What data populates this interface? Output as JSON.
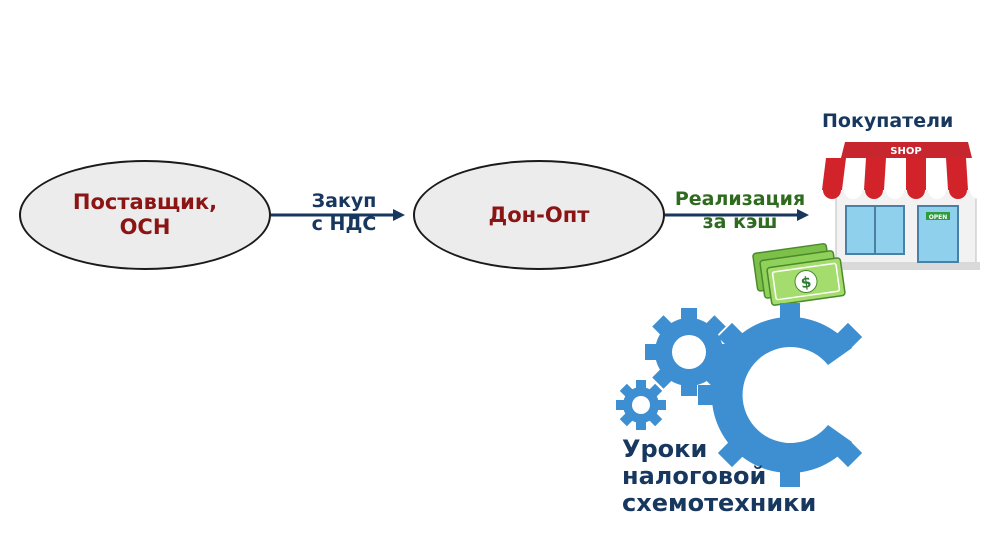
{
  "nodes": {
    "supplier": "Поставщик,\nОСН",
    "company": "Дон-Опт",
    "buyers": "Покупатели"
  },
  "edges": {
    "purchase": "Закуп\nс НДС",
    "sale": "Реализация\nза кэш"
  },
  "shop": {
    "sign": "SHOP",
    "door_sign": "OPEN"
  },
  "money_symbol": "$",
  "logo": {
    "line1": "Уроки",
    "line2": "налоговой",
    "line3": "схемотехники"
  },
  "colors": {
    "node_text": "#8b1414",
    "arrow": "#17375e",
    "sale_text": "#2e6b1f",
    "gear": "#3d8fd1"
  },
  "icons": {
    "shop": "shop-icon",
    "money": "money-stack-icon",
    "gears": "gears-logo-icon"
  }
}
